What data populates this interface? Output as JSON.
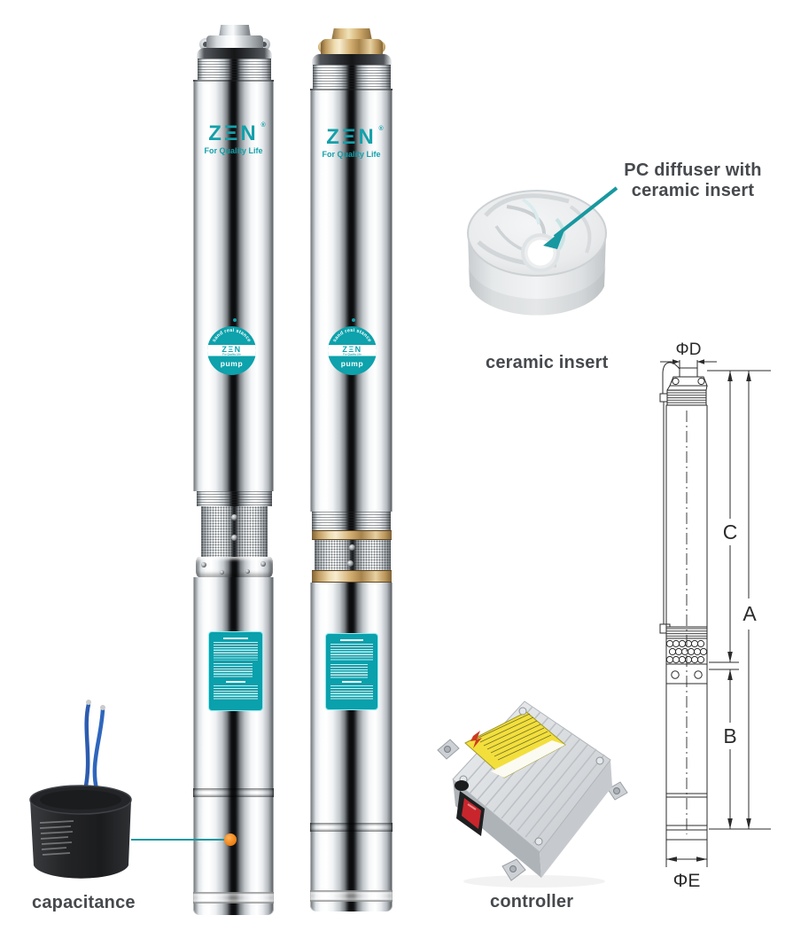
{
  "colors": {
    "teal": "#14a0aa",
    "orange": "#f08418",
    "gold": "#c9a366"
  },
  "branding": {
    "logo": "ZΞN",
    "registered": "®",
    "tagline": "For Quality Life"
  },
  "badge": {
    "arc": "sand resi stance",
    "logo": "ZΞN",
    "tagline": "For Quality Life",
    "word": "pump"
  },
  "callouts": {
    "diffuser_line1": "PC diffuser with",
    "diffuser_line2": "ceramic insert",
    "ceramic": "ceramic insert",
    "capacitor": "capacitance",
    "controller": "controller"
  },
  "drawing": {
    "top_dia": "ΦD",
    "c": "C",
    "a": "A",
    "b": "B",
    "bottom_dia": "ΦE"
  }
}
